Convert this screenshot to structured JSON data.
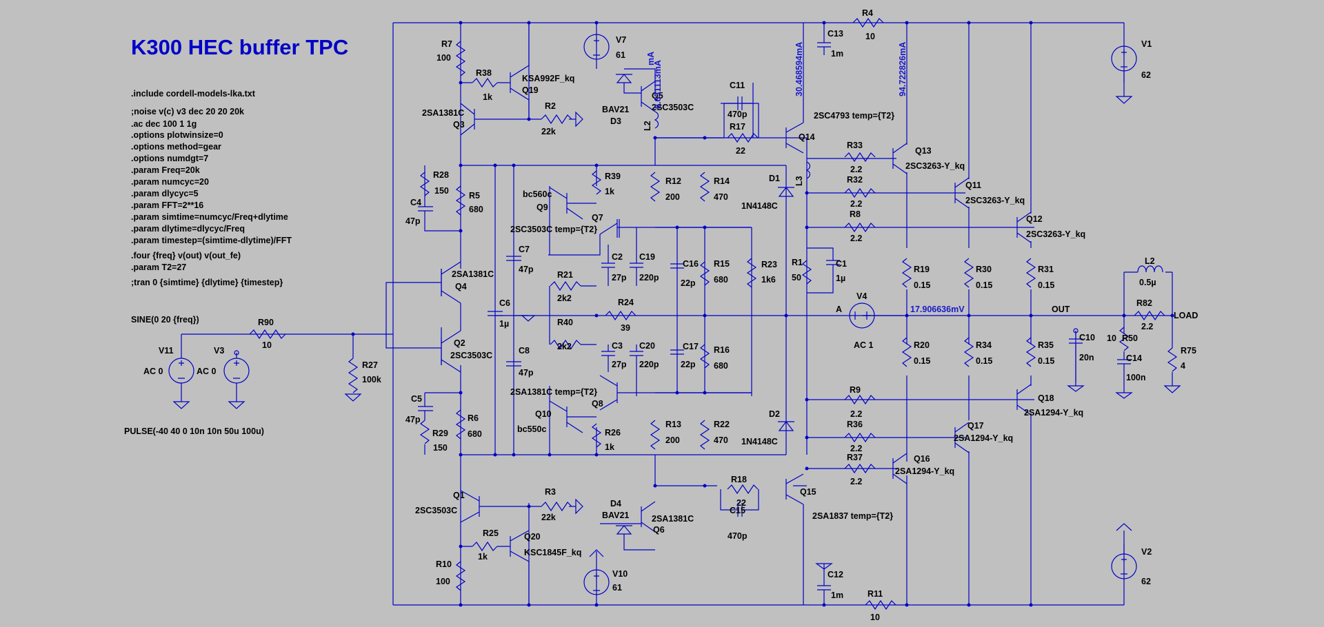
{
  "title": "K300 HEC buffer TPC",
  "directives": [
    ".include cordell-models-lka.txt",
    ";noise v(c) v3 dec 20 20 20k",
    ".ac dec 100 1 1g",
    ".options plotwinsize=0",
    ".options method=gear",
    ".options numdgt=7",
    ".param Freq=20k",
    ".param numcyc=20",
    ".param dlycyc=5",
    ".param FFT=2**16",
    ".param simtime=numcyc/Freq+dlytime",
    ".param dlytime=dlycyc/Freq",
    ".param timestep=(simtime-dlytime)/FFT",
    ".four {freq} v(out) v(out_fe)",
    ".param T2=27",
    ";tran 0 {simtime} {dlytime} {timestep}"
  ],
  "sources": {
    "sine": "SINE(0 20 {freq})",
    "pulse": "PULSE(-40 40 0 10n 10n 50u 100u)",
    "v11_name": "V11",
    "v11_val": "AC 0",
    "v3_name": "V3",
    "v3_val": "AC 0",
    "v7_name": "V7",
    "v7_val": "61",
    "v10_name": "V10",
    "v10_val": "61",
    "v1_name": "V1",
    "v1_val": "62",
    "v2_name": "V2",
    "v2_val": "62",
    "v4_name": "V4",
    "v4_val": "AC 1"
  },
  "net_labels": {
    "a": "A",
    "out": "OUT",
    "load": "LOAD"
  },
  "measurements": {
    "q5_current": "8.631113mA",
    "q5_current_overlap": "mA",
    "q14_current": "30.468594mA",
    "q13_current": "94.722826mA",
    "out_voltage": "17.906636mV"
  },
  "components": {
    "R7": "R7",
    "R7v": "100",
    "R38": "R38",
    "R38v": "1k",
    "Q19": "Q19",
    "Q19m": "KSA992F_kq",
    "R2": "R2",
    "R2v": "22k",
    "Q3": "Q3",
    "Q3m": "2SA1381C",
    "R28": "R28",
    "R28v": "150",
    "C4": "C4",
    "C4v": "47p",
    "R5": "R5",
    "R5v": "680",
    "Q4": "Q4",
    "Q4m": "2SA1381C",
    "Q2": "Q2",
    "Q2m": "2SC3503C",
    "C5": "C5",
    "C5v": "47p",
    "R29": "R29",
    "R29v": "150",
    "R6": "R6",
    "R6v": "680",
    "Q1": "Q1",
    "Q1m": "2SC3503C",
    "R25": "R25",
    "R25v": "1k",
    "Q20": "Q20",
    "Q20m": "KSC1845F_kq",
    "R3": "R3",
    "R3v": "22k",
    "R10": "R10",
    "R10v": "100",
    "R90": "R90",
    "R90v": "10",
    "R27": "R27",
    "R27v": "100k",
    "C7": "C7",
    "C7v": "47p",
    "C6": "C6",
    "C6v": "1µ",
    "C8": "C8",
    "C8v": "47p",
    "Q9": "Q9",
    "Q9m": "bc560c",
    "R39": "R39",
    "R39v": "1k",
    "Q7": "Q7",
    "Q7m": "2SC3503C temp={T2}",
    "C2": "C2",
    "C2v": "27p",
    "C19": "C19",
    "C19v": "220p",
    "R21": "R21",
    "R21v": "2k2",
    "R24": "R24",
    "R24v": "39",
    "R40": "R40",
    "R40v": "2k2",
    "C3": "C3",
    "C3v": "27p",
    "C20": "C20",
    "C20v": "220p",
    "Q8": "Q8",
    "Q8m": "2SA1381C temp={T2}",
    "Q10": "Q10",
    "Q10m": "bc550c",
    "R26": "R26",
    "R26v": "1k",
    "D3": "D3",
    "D3m": "BAV21",
    "Q5": "Q5",
    "Q5m": "2SC3503C",
    "L2a": "L2",
    "R12": "R12",
    "R12v": "200",
    "R13": "R13",
    "R13v": "200",
    "D4": "D4",
    "D4m": "BAV21",
    "Q6": "Q6",
    "Q6m": "2SA1381C",
    "C11": "C11",
    "C11v": "470p",
    "R17": "R17",
    "R17v": "22",
    "R14": "R14",
    "R14v": "470",
    "C16": "C16",
    "C16v": "22p",
    "R15": "R15",
    "R15v": "680",
    "C17": "C17",
    "C17v": "22p",
    "R16": "R16",
    "R16v": "680",
    "R22": "R22",
    "R22v": "470",
    "R23": "R23",
    "R23v": "1k6",
    "R18": "R18",
    "R18v": "22",
    "C15": "C15",
    "C15v": "470p",
    "D1": "D1",
    "D1m": "1N4148C",
    "D2": "D2",
    "D2m": "1N4148C",
    "L3": "L3",
    "Q14": "Q14",
    "Q14m": "2SC4793 temp={T2}",
    "Q15": "Q15",
    "Q15m": "2SA1837 temp={T2}",
    "R1": "R1",
    "R1v": "50",
    "C1": "C1",
    "C1v": "1µ",
    "C13": "C13",
    "C13v": "1m",
    "C12": "C12",
    "C12v": "1m",
    "R4": "R4",
    "R4v": "10",
    "R11": "R11",
    "R11v": "10",
    "R33": "R33",
    "R33v": "2.2",
    "R32": "R32",
    "R32v": "2.2",
    "R8": "R8",
    "R8v": "2.2",
    "R9": "R9",
    "R9v": "2.2",
    "R36": "R36",
    "R36v": "2.2",
    "R37": "R37",
    "R37v": "2.2",
    "Q13": "Q13",
    "Q13m": "2SC3263-Y_kq",
    "Q11": "Q11",
    "Q11m": "2SC3263-Y_kq",
    "Q12": "Q12",
    "Q12m": "2SC3263-Y_kq",
    "Q18": "Q18",
    "Q18m": "2SA1294-Y_kq",
    "Q17": "Q17",
    "Q17m": "2SA1294-Y_kq",
    "Q16": "Q16",
    "Q16m": "2SA1294-Y_kq",
    "R19": "R19",
    "R19v": "0.15",
    "R30": "R30",
    "R30v": "0.15",
    "R31": "R31",
    "R31v": "0.15",
    "R20": "R20",
    "R20v": "0.15",
    "R34": "R34",
    "R34v": "0.15",
    "R35": "R35",
    "R35v": "0.15",
    "L2": "L2",
    "L2v": "0.5µ",
    "R82": "R82",
    "R82v": "2.2",
    "R50": "R50",
    "R50v": "10",
    "C10": "C10",
    "C10v": "20n",
    "C14": "C14",
    "C14v": "100n",
    "R75": "R75",
    "R75v": "4"
  },
  "colors": {
    "wire": "#0000c8",
    "background": "#c0c0c0",
    "annotation": "#1a1acc"
  }
}
